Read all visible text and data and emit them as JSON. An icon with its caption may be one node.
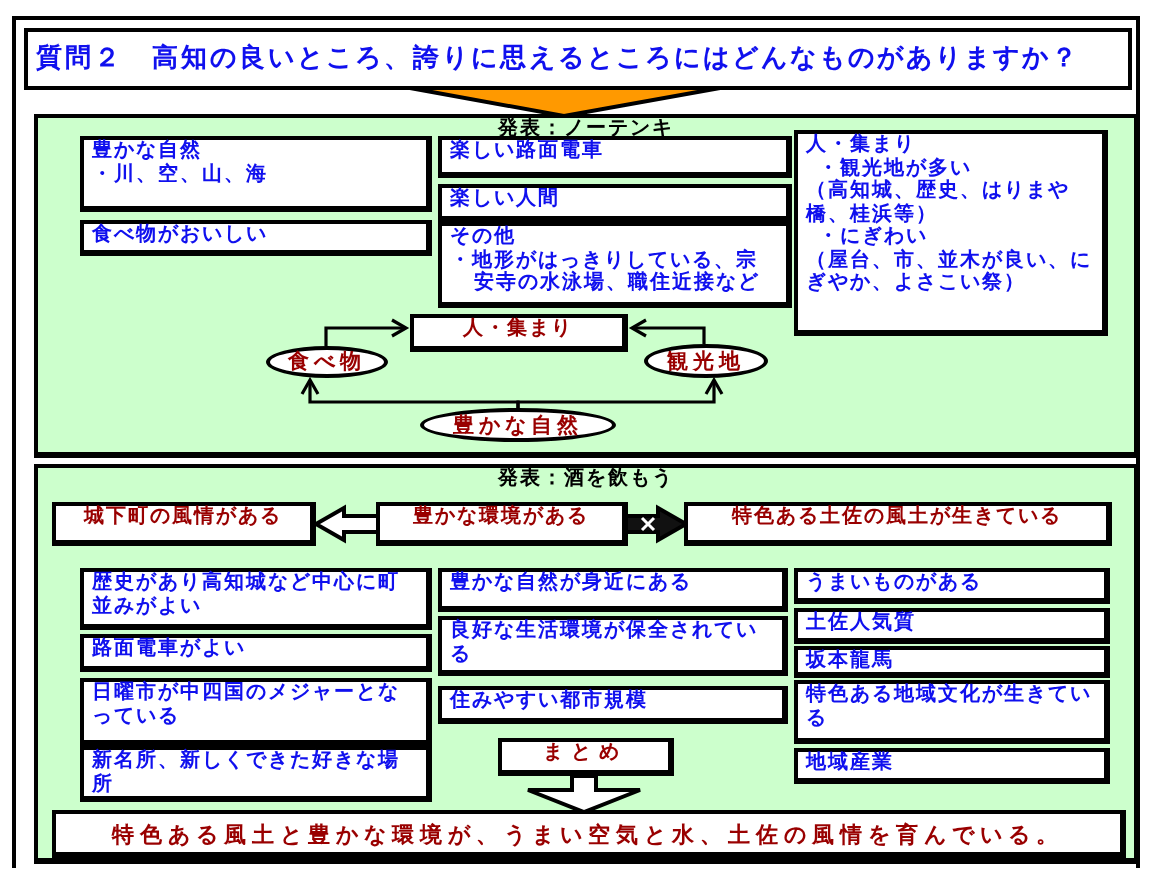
{
  "diagram": {
    "nodes": [
      {
        "text": [
          "質問２　高知の良いところ、誇りに思えるところにはどんなものがありますか？"
        ]
      },
      {
        "text": [
          "発表：ノーテンキ"
        ]
      },
      {
        "text": [
          "豊かな自然",
          "・川、空、山、海"
        ],
        "in": 1
      },
      {
        "text": [
          "食べ物がおいしい"
        ],
        "in": 1
      },
      {
        "text": [
          "楽しい路面電車"
        ],
        "in": 1
      },
      {
        "text": [
          "楽しい人間"
        ],
        "in": 1
      },
      {
        "text": [
          "その他",
          "・地形がはっきりしている、宗安寺の水泳場、職住近接など"
        ],
        "in": 1
      },
      {
        "text": [
          "人・集まり",
          "・観光地が多い",
          "（高知城、歴史、はりまや橋、桂浜等）",
          "・にぎわい",
          "（屋台、市、並木が良い、にぎやか、よさこい祭）"
        ],
        "in": 1
      },
      {
        "text": [
          "人・集まり"
        ],
        "in": 1
      },
      {
        "text": [
          "食べ物"
        ],
        "in": 1
      },
      {
        "text": [
          "観光地"
        ],
        "in": 1
      },
      {
        "text": [
          "豊かな自然"
        ],
        "in": 1
      },
      {
        "text": [
          "発表：酒を飲もう"
        ]
      },
      {
        "text": [
          "城下町の風情がある"
        ],
        "in": 12
      },
      {
        "text": [
          "豊かな環境がある"
        ],
        "in": 12
      },
      {
        "text": [
          "特色ある土佐の風土が生きている"
        ],
        "in": 12
      },
      {
        "text": [
          "歴史があり高知城など中心に町並みがよい"
        ],
        "in": 12
      },
      {
        "text": [
          "路面電車がよい"
        ],
        "in": 12
      },
      {
        "text": [
          "日曜市が中四国のメジャーとなっている"
        ],
        "in": 12
      },
      {
        "text": [
          "新名所、新しくできた好きな場所"
        ],
        "in": 12
      },
      {
        "text": [
          "豊かな自然が身近にある"
        ],
        "in": 12
      },
      {
        "text": [
          "良好な生活環境が保全されている"
        ],
        "in": 12
      },
      {
        "text": [
          "住みやすい都市規模"
        ],
        "in": 12
      },
      {
        "text": [
          "うまいものがある"
        ],
        "in": 12
      },
      {
        "text": [
          "土佐人気質"
        ],
        "in": 12
      },
      {
        "text": [
          "坂本龍馬"
        ],
        "in": 12
      },
      {
        "text": [
          "特色ある地域文化が生きている"
        ],
        "in": 12
      },
      {
        "text": [
          "地域産業"
        ],
        "in": 12
      },
      {
        "text": [
          "まとめ"
        ],
        "in": 12
      },
      {
        "text": [
          "特色ある風土と豊かな環境が、うまい空気と水、土佐の風情を育んでいる。"
        ],
        "in": 12
      }
    ],
    "edges": [
      {
        "from": 0,
        "to": 1,
        "arrow": "to",
        "color": "#ff9900"
      },
      {
        "from": 9,
        "to": 8,
        "arrow": "to"
      },
      {
        "from": 10,
        "to": 8,
        "arrow": "to"
      },
      {
        "from": 11,
        "to": 9,
        "arrow": "to"
      },
      {
        "from": 11,
        "to": 10,
        "arrow": "to"
      },
      {
        "from": 14,
        "to": 13,
        "arrow": "to"
      },
      {
        "from": 14,
        "to": 15,
        "arrow": "to"
      },
      {
        "from": 28,
        "to": 29,
        "arrow": "to"
      }
    ]
  }
}
